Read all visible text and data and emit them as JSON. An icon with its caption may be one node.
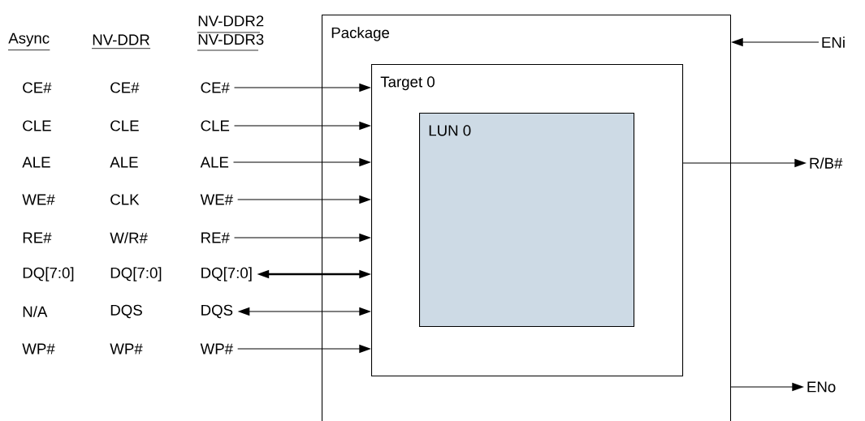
{
  "diagram": {
    "nodes": [
      {
        "text": [
          "Package"
        ]
      },
      {
        "text": [
          "Target 0"
        ],
        "in": 0
      },
      {
        "text": [
          "LUN 0"
        ],
        "in": 1
      },
      {
        "text": [
          "CE#"
        ]
      },
      {
        "text": [
          "CLE"
        ]
      },
      {
        "text": [
          "ALE"
        ]
      },
      {
        "text": [
          "WE#"
        ]
      },
      {
        "text": [
          "RE#"
        ]
      },
      {
        "text": [
          "DQ[7:0]"
        ]
      },
      {
        "text": [
          "DQS"
        ]
      },
      {
        "text": [
          "WP#"
        ]
      },
      {
        "text": [
          "ENi"
        ]
      },
      {
        "text": [
          "R/B#"
        ]
      },
      {
        "text": [
          "ENo"
        ]
      }
    ],
    "edges": [
      {
        "from": 3,
        "to": 1,
        "arrow": "to"
      },
      {
        "from": 4,
        "to": 1,
        "arrow": "to"
      },
      {
        "from": 5,
        "to": 1,
        "arrow": "to"
      },
      {
        "from": 6,
        "to": 1,
        "arrow": "to"
      },
      {
        "from": 7,
        "to": 1,
        "arrow": "to"
      },
      {
        "from": 8,
        "to": 1,
        "arrow": "both",
        "style": "thick"
      },
      {
        "from": 9,
        "to": 1,
        "arrow": "both"
      },
      {
        "from": 10,
        "to": 1,
        "arrow": "to"
      },
      {
        "from": 11,
        "to": 0,
        "arrow": "to"
      },
      {
        "from": 1,
        "to": 12,
        "arrow": "to"
      },
      {
        "from": 0,
        "to": 13,
        "arrow": "to"
      }
    ],
    "labels": [
      "Async",
      "NV-DDR",
      "NV-DDR2 NV-DDR3",
      "CE#",
      "CE#",
      "CLE",
      "CLE",
      "ALE",
      "ALE",
      "WE#",
      "CLK",
      "RE#",
      "W/R#",
      "DQ[7:0]",
      "DQ[7:0]",
      "N/A",
      "DQS",
      "WP#",
      "WP#"
    ]
  }
}
